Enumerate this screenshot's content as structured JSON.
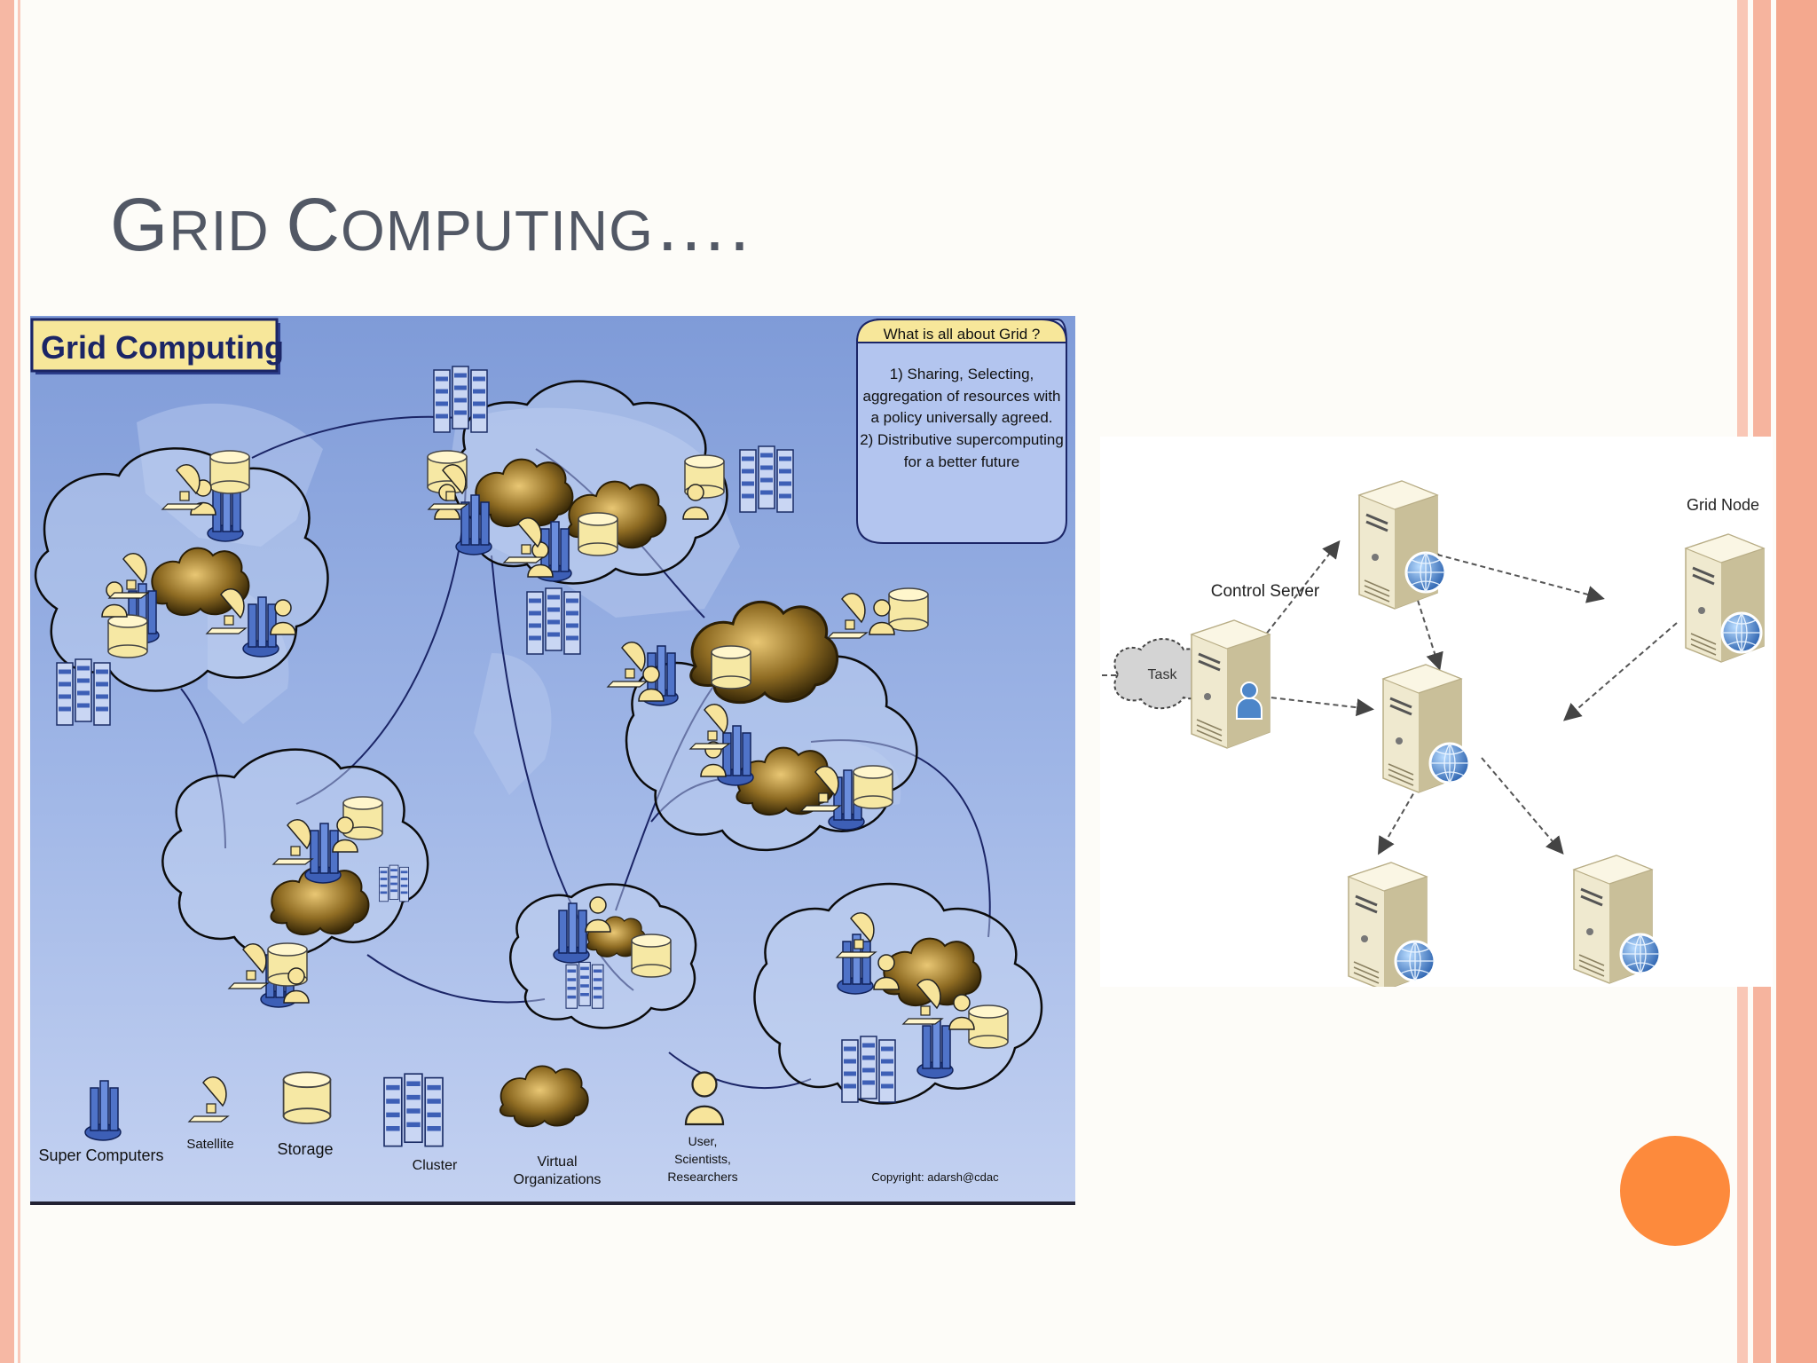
{
  "slide": {
    "title_cap1": "G",
    "title_rest1": "RID ",
    "title_cap2": "C",
    "title_rest2": "OMPUTING",
    "title_tail": "….",
    "title_full": "Grid Computing…."
  },
  "left_diagram": {
    "banner": "Grid Computing",
    "info_title": "What is all about Grid ?",
    "info_lines": [
      "1) Sharing, Selecting,",
      "aggregation of resources with",
      "a policy universally agreed.",
      "2) Distributive supercomputing",
      "for a better future"
    ],
    "legend": [
      {
        "label": "Super Computers",
        "icon": "supercomputer-icon"
      },
      {
        "label": "Satellite",
        "icon": "satellite-icon"
      },
      {
        "label": "Storage",
        "icon": "storage-icon"
      },
      {
        "label": "Cluster",
        "icon": "cluster-icon"
      },
      {
        "label_lines": [
          "Virtual",
          "Organizations"
        ],
        "icon": "virtual-organization-icon"
      },
      {
        "label_lines": [
          "User,",
          "Scientists,",
          "Researchers"
        ],
        "icon": "user-icon"
      }
    ],
    "copyright": "Copyright: adarsh@cdac",
    "colors": {
      "background": "#8fa9df",
      "cloud_fill": "#c6d4f2",
      "cloud_stroke": "#111111",
      "banner": "#f7e79a",
      "virtual_org": "#6b5418"
    }
  },
  "right_diagram": {
    "label_task": "Task",
    "label_control_server": "Control Server",
    "label_grid_node": "Grid Node",
    "colors": {
      "server_body": "#e8e2c8",
      "globe": "#3d7bc4",
      "user_badge": "#4d86c9",
      "arrow": "#555555"
    }
  },
  "decor": {
    "accent_dot": "#fd8a3c",
    "border": "#f6b49e"
  }
}
